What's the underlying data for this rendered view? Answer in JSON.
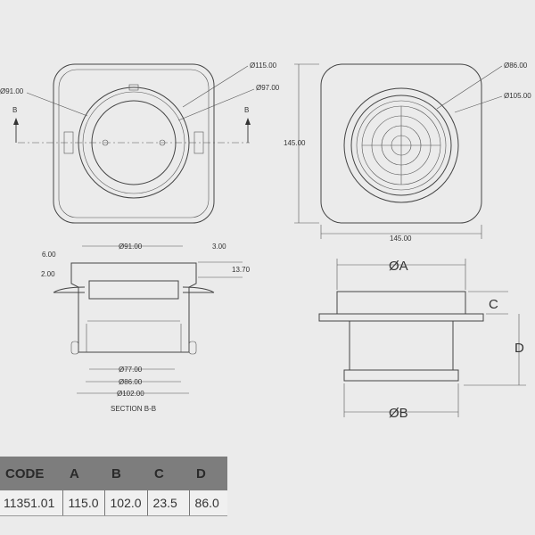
{
  "plan_view": {
    "dims": [
      "Ø115.00",
      "Ø97.00",
      "Ø91.00"
    ],
    "section_marks": [
      "B",
      "B"
    ]
  },
  "top_view": {
    "dims": [
      "Ø86.00",
      "Ø105.00"
    ],
    "height": "145.00",
    "width": "145.00"
  },
  "section": {
    "title": "SECTION B-B",
    "dims": {
      "top": "Ø91.00",
      "rim": "3.00",
      "flange_w": "6.00",
      "wall": "2.00",
      "depth": "13.70",
      "d1": "Ø77.00",
      "d2": "Ø86.00",
      "d3": "Ø102.00"
    }
  },
  "side_view": {
    "labels": {
      "a": "ØA",
      "b": "ØB",
      "c": "C",
      "d": "D"
    }
  },
  "table": {
    "headers": [
      "CODE",
      "A",
      "B",
      "C",
      "D"
    ],
    "rows": [
      [
        "11351.01",
        "115.0",
        "102.0",
        "23.5",
        "86.0"
      ]
    ]
  }
}
